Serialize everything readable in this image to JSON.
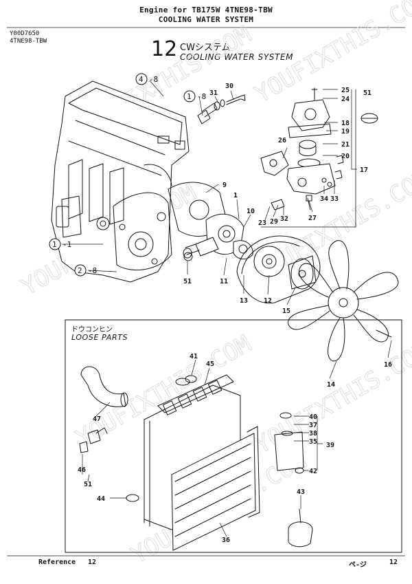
{
  "header": {
    "line1": "Engine for TB175W  4TNE98-TBW",
    "line2": "COOLING WATER SYSTEM"
  },
  "codes": {
    "doc_code": "Y00D7650",
    "model": "4TNE98-TBW"
  },
  "title": {
    "number": "12",
    "japanese": "CWシステム",
    "english": "COOLING WATER SYSTEM"
  },
  "loose_parts": {
    "japanese": "ドウコンヒン",
    "english": "LOOSE PARTS"
  },
  "footer": {
    "left_label": "Reference",
    "left_value": "12",
    "right_label": "ペ-ジ",
    "right_value": "12"
  },
  "callouts": {
    "circled": [
      {
        "num": "4",
        "suffix": "-8"
      },
      {
        "num": "1",
        "suffix": "-8"
      },
      {
        "num": "1",
        "suffix": "-1"
      },
      {
        "num": "2",
        "suffix": "-8"
      }
    ],
    "parts": [
      "30",
      "31",
      "9",
      "1",
      "10",
      "11",
      "51",
      "12",
      "13",
      "15",
      "14",
      "16",
      "25",
      "24",
      "18",
      "19",
      "21",
      "20",
      "17",
      "26",
      "23",
      "29",
      "32",
      "27",
      "34",
      "33",
      "51",
      "41",
      "45",
      "47",
      "46",
      "51",
      "44",
      "36",
      "40",
      "37",
      "38",
      "35",
      "39",
      "42",
      "43"
    ]
  },
  "watermark": "YOUFIXTHIS.COM"
}
